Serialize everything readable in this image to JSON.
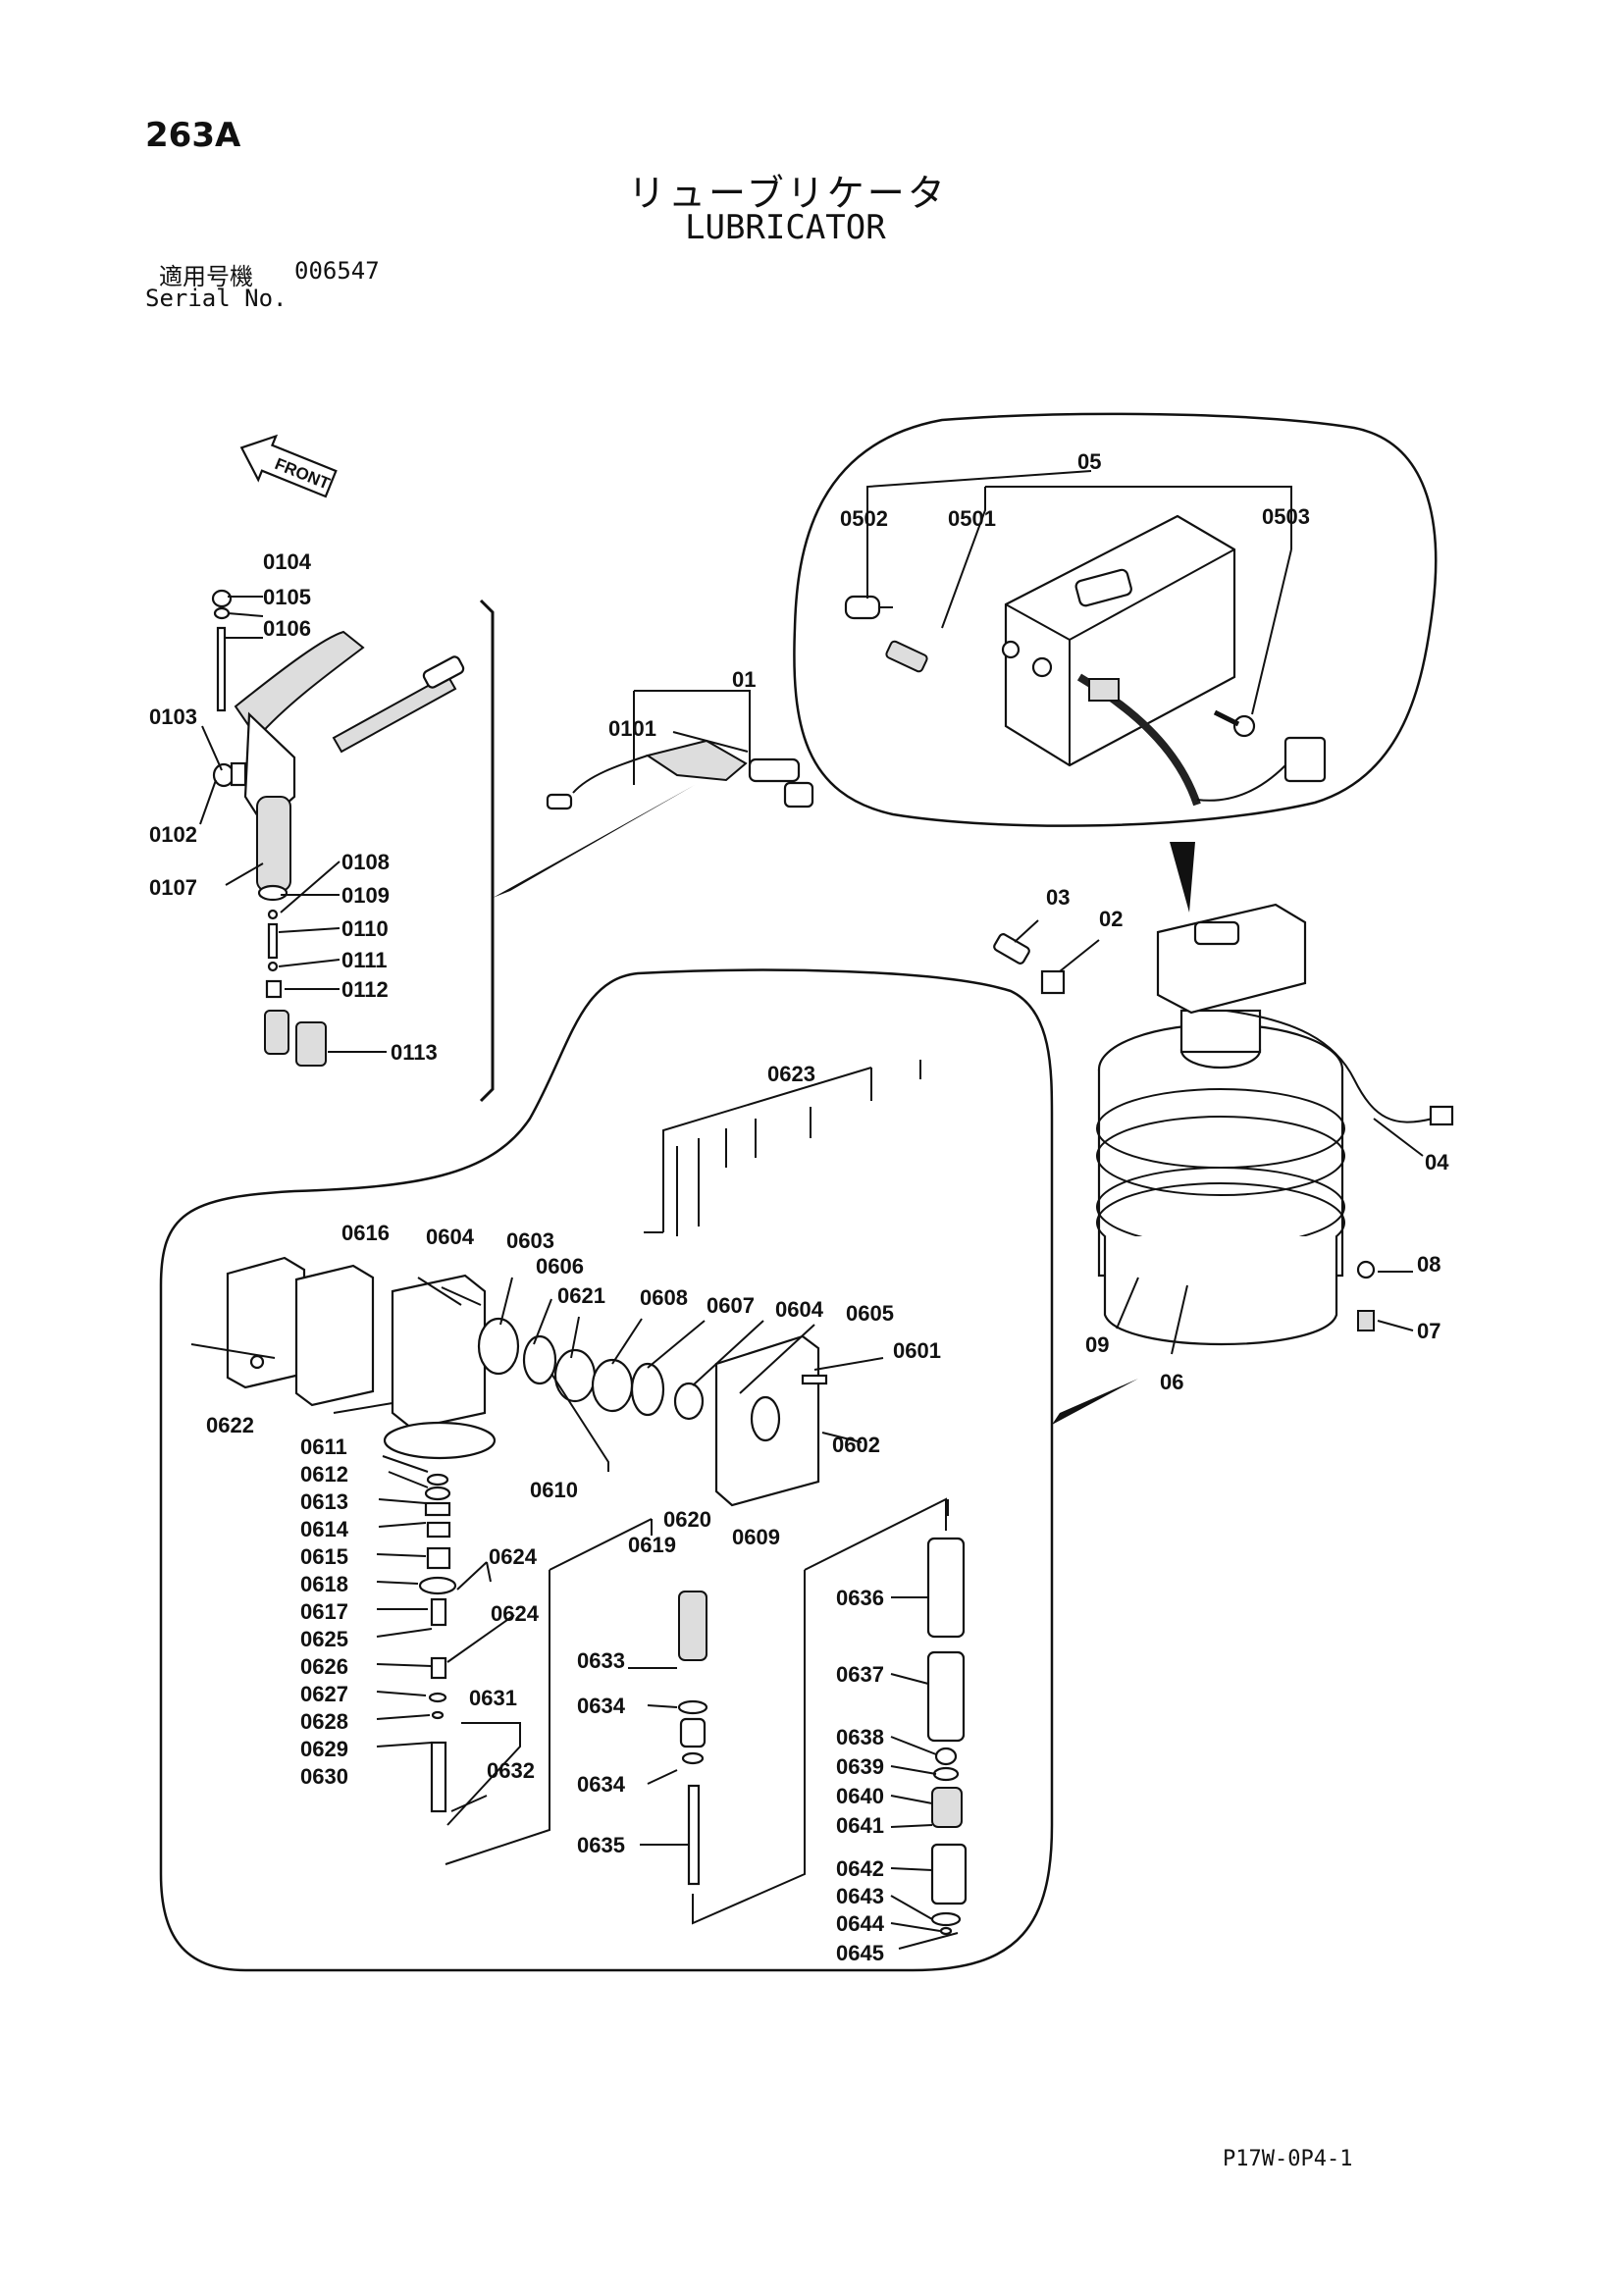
{
  "page_number": "263A",
  "title_jp": "リューブリケータ",
  "title_en": "LUBRICATOR",
  "serial_label_jp": "適用号機",
  "serial_value": "006547",
  "serial_label_en": "Serial No.",
  "front_label": "FRONT",
  "footer_code": "P17W-0P4-1",
  "callouts": [
    "01",
    "0101",
    "0102",
    "0103",
    "0104",
    "0105",
    "0106",
    "0107",
    "0108",
    "0109",
    "0110",
    "0111",
    "0112",
    "0113",
    "02",
    "03",
    "04",
    "05",
    "0501",
    "0502",
    "0503",
    "06",
    "07",
    "08",
    "09",
    "0601",
    "0602",
    "0603",
    "0604",
    "0605",
    "0606",
    "0607",
    "0608",
    "0609",
    "0610",
    "0611",
    "0612",
    "0613",
    "0614",
    "0615",
    "0616",
    "0617",
    "0618",
    "0619",
    "0620",
    "0621",
    "0622",
    "0623",
    "0624",
    "0625",
    "0626",
    "0627",
    "0628",
    "0629",
    "0630",
    "0631",
    "0632",
    "0633",
    "0634",
    "0635",
    "0636",
    "0637",
    "0638",
    "0639",
    "0640",
    "0641",
    "0642",
    "0643",
    "0644",
    "0645"
  ]
}
